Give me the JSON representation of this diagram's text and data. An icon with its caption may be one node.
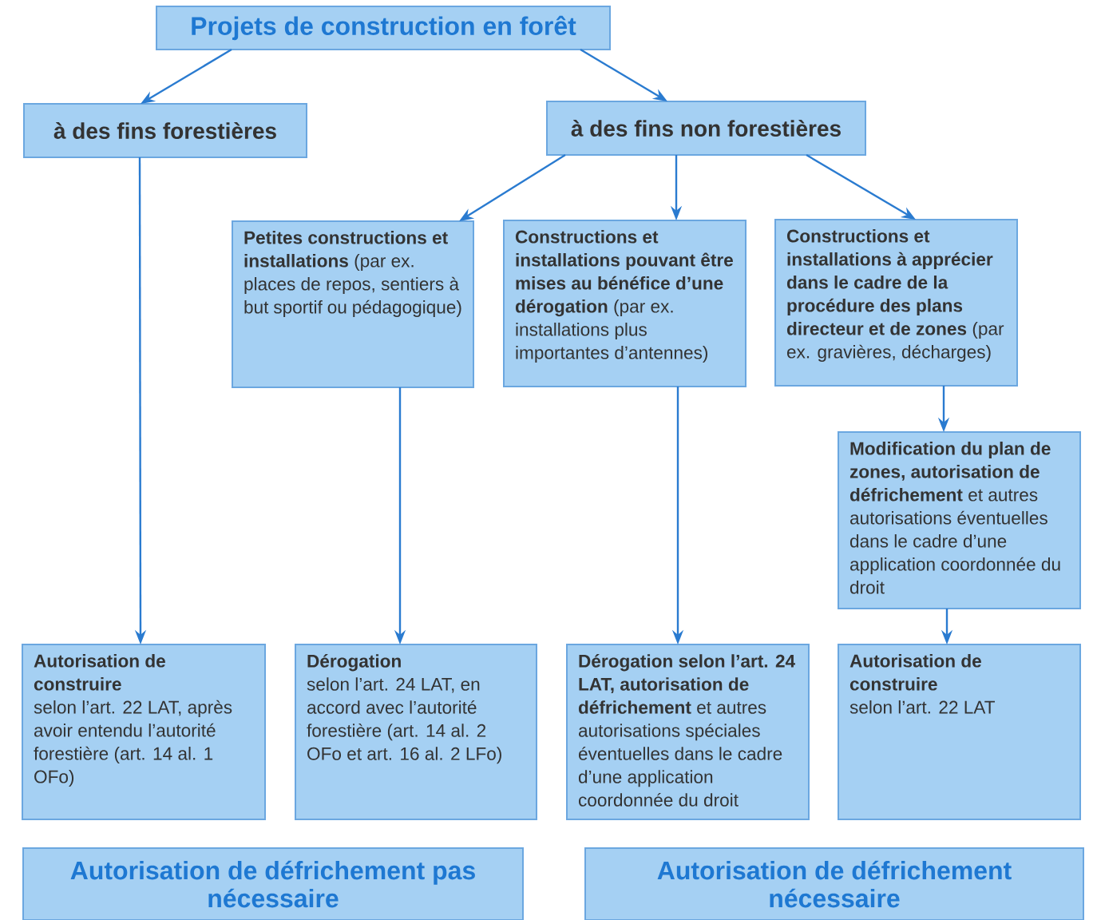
{
  "diagram": {
    "nodes": [
      {
        "text": [
          "Projets de construction en forêt"
        ]
      },
      {
        "text": [
          "à des fins forestières"
        ]
      },
      {
        "text": [
          "à des fins non forestières"
        ]
      },
      {
        "text": [
          "**Petites constructions et installations** (par ex. places de repos, sentiers à but sportif ou pédagogique)"
        ]
      },
      {
        "text": [
          "**Constructions et installations pouvant être mises au bénéfice d’une dérogation** (par ex. installations plus importantes d’antennes)"
        ]
      },
      {
        "text": [
          "**Constructions et installations à apprécier dans le cadre de la procédure des plans directeur et de zones** (par ex. gravières, décharges)"
        ]
      },
      {
        "text": [
          "**Modification du plan de zones, autorisation de défrichement** et autres autorisations éventuelles dans le cadre d’une application coordonnée du droit"
        ]
      },
      {
        "text": [
          "Autorisation de construire",
          "selon l’art. 22 LAT, après avoir entendu l’autorité forestière (art. 14 al. 1 OFo)"
        ]
      },
      {
        "text": [
          "Dérogation",
          "selon l’art. 24 LAT, en accord avec l’autorité forestière (art. 14 al. 2 OFo et art. 16 al. 2 LFo)"
        ]
      },
      {
        "text": [
          "**Dérogation selon l’art. 24 LAT, autorisation de défrichement** et autres autorisations spéciales éventuelles dans le cadre d’une application coordonnée du droit"
        ]
      },
      {
        "text": [
          "Autorisation de construire",
          "selon l’art. 22 LAT"
        ]
      },
      {
        "text": [
          "Autorisation de défrichement pas nécessaire"
        ]
      },
      {
        "text": [
          "Autorisation de défrichement nécessaire"
        ]
      }
    ],
    "edges": [
      {
        "from": 0,
        "to": 1,
        "arrow": "to"
      },
      {
        "from": 0,
        "to": 2,
        "arrow": "to"
      },
      {
        "from": 1,
        "to": 7,
        "arrow": "to"
      },
      {
        "from": 2,
        "to": 3,
        "arrow": "to"
      },
      {
        "from": 2,
        "to": 4,
        "arrow": "to"
      },
      {
        "from": 2,
        "to": 5,
        "arrow": "to"
      },
      {
        "from": 3,
        "to": 8,
        "arrow": "to"
      },
      {
        "from": 4,
        "to": 9,
        "arrow": "to"
      },
      {
        "from": 5,
        "to": 6,
        "arrow": "to"
      },
      {
        "from": 6,
        "to": 10,
        "arrow": "to"
      }
    ]
  }
}
